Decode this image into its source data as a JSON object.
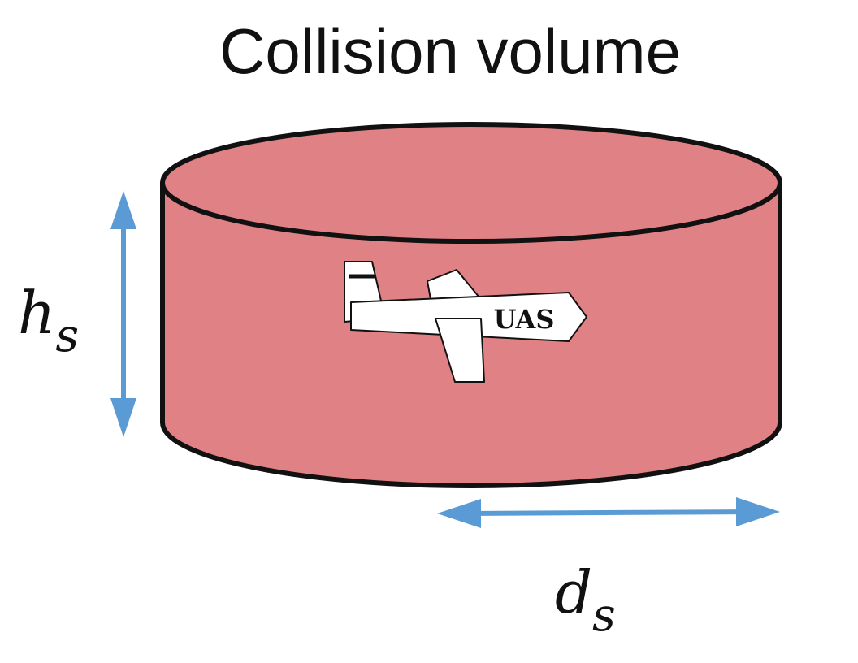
{
  "title": "Collision volume",
  "aircraft_label": "UAS",
  "height_label": {
    "base": "h",
    "sub": "s"
  },
  "diameter_label": {
    "base": "d",
    "sub": "s"
  },
  "colors": {
    "cylinder_fill": "#e08285",
    "cylinder_stroke": "#111111",
    "arrow": "#5b9bd5",
    "aircraft_fill": "#ffffff"
  }
}
